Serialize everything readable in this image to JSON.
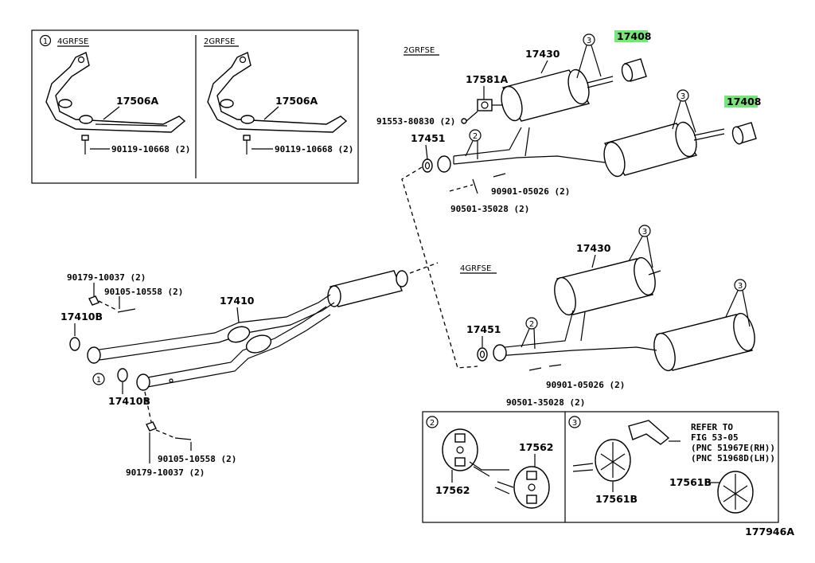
{
  "boxes": {
    "engine_4gr": "4GRFSE",
    "engine_2gr": "2GRFSE",
    "variant_2gr": "2GRFSE",
    "variant_4gr": "4GRFSE",
    "ref_1": "1",
    "ref_2": "2",
    "ref_3": "3"
  },
  "parts": {
    "bracket_left": "17506A",
    "bracket_right": "17506A",
    "bolt_left": "90119-10668 (2)",
    "bolt_right": "90119-10668 (2)",
    "tip_upper": "17408",
    "tip_lower": "17408",
    "muffler_top": "17430",
    "muffler_mid": "17430",
    "sensor": "17581A",
    "bolt_sensor": "91553-80830 (2)",
    "gasket_top": "17451",
    "gasket_mid": "17451",
    "stud_top": "90901-05026 (2)",
    "spring_top": "90501-35028 (2)",
    "stud_mid": "90901-05026 (2)",
    "spring_mid": "90501-35028 (2)",
    "nut_top": "90179-10037 (2)",
    "bolt_top": "90105-10558 (2)",
    "front_pipe": "17410",
    "gasket_front_upper": "17410B",
    "gasket_front_lower": "17410B",
    "bolt_bottom": "90105-10558 (2)",
    "nut_bottom": "90179-10037 (2)",
    "hanger_a1": "17562",
    "hanger_a2": "17562",
    "hanger_b1": "17561B",
    "hanger_b2": "17561B"
  },
  "callouts": {
    "c3": "3",
    "c2": "2",
    "c1": "1"
  },
  "refer": {
    "line1": "REFER TO",
    "line2": "FIG 53-05",
    "line3": "(PNC 51967E(RH))",
    "line4": "(PNC 51968D(LH))"
  },
  "figure_id": "177946A",
  "colors": {
    "highlight": "#7ee07e",
    "line": "#000000",
    "background": "#ffffff"
  }
}
